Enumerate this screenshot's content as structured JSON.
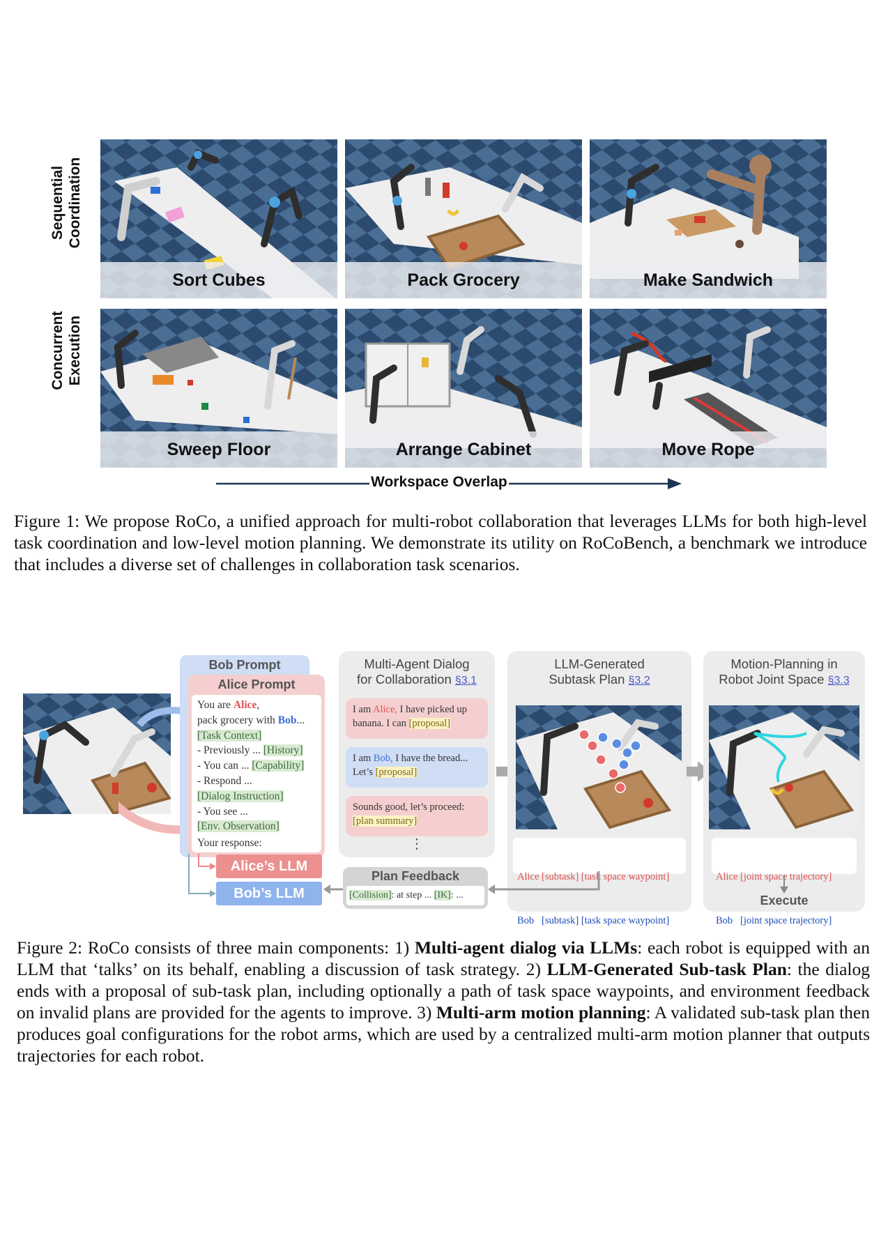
{
  "figure1": {
    "row_labels": [
      "Sequential Coordination",
      "Concurrent Execution"
    ],
    "row_label_lines": [
      [
        "Sequential",
        "Coordination"
      ],
      [
        "Concurrent",
        "Execution"
      ]
    ],
    "panels": [
      {
        "label": "Sort Cubes"
      },
      {
        "label": "Pack Grocery"
      },
      {
        "label": "Make Sandwich"
      },
      {
        "label": "Sweep Floor"
      },
      {
        "label": "Arrange Cabinet"
      },
      {
        "label": "Move Rope"
      }
    ],
    "arrow_label": "Workspace Overlap",
    "caption_label": "Figure 1:",
    "caption_text": "We propose RoCo, a unified approach for multi-robot collaboration that leverages LLMs for both high-level task coordination and low-level motion planning. We demonstrate its utility on RoCoBench, a benchmark we introduce that includes a diverse set of challenges in collaboration task scenarios."
  },
  "figure2": {
    "bob_prompt_title": "Bob Prompt",
    "alice_prompt_title": "Alice Prompt",
    "prompt_lines": {
      "l1_pre": "You are ",
      "l1_name": "Alice",
      "l1_post": ",",
      "l2_pre": "pack grocery with ",
      "l2_name": "Bob",
      "l2_post": "...",
      "task_context": "[Task Context]",
      "history_pre": "- Previously ... ",
      "history": "[History]",
      "capability_pre": "- You can ... ",
      "capability": "[Capability]",
      "respond": "- Respond ...",
      "dialog_instruction": "[Dialog Instruction]",
      "you_see": "- You see ...",
      "env_observation": "[Env. Observation]",
      "your_response": "Your response:"
    },
    "alice_llm": "Alice’s LLM",
    "bob_llm": "Bob’s LLM",
    "dialog_panel": {
      "title_line1": "Multi-Agent Dialog",
      "title_line2": "for Collaboration",
      "ref": "§3.1",
      "bubble1_pre": "I am ",
      "bubble1_name": "Alice,",
      "bubble1_mid": " I have picked up banana. I can ",
      "bubble1_tag": "[proposal]",
      "bubble2_pre": "I am ",
      "bubble2_name": "Bob,",
      "bubble2_mid": " I have the bread... Let’s ",
      "bubble2_tag": "[proposal]",
      "bubble3_pre": "Sounds good, let’s proceed: ",
      "bubble3_tag": "[plan summary]",
      "ellipsis": "⋮"
    },
    "plan_feedback": {
      "title": "Plan Feedback",
      "tag1": "[Collision]",
      "mid": ": at step ... ",
      "tag2": "[IK]",
      "post": ": ..."
    },
    "subtask_panel": {
      "title_line1": "LLM-Generated",
      "title_line2": "Subtask Plan",
      "ref": "§3.2",
      "alice_line": "Alice [subtask] [task space waypoint]",
      "bob_line": "Bob   [subtask] [task space waypoint]"
    },
    "motion_panel": {
      "title_line1": "Motion-Planning in",
      "title_line2": "Robot Joint Space",
      "ref": "§3.3",
      "alice_line": "Alice [joint space trajectory]",
      "bob_line": "Bob   [joint space trajectory]",
      "execute": "Execute"
    },
    "caption_label": "Figure 2:",
    "caption_parts": {
      "p1": "RoCo consists of three main components: 1) ",
      "b1": "Multi-agent dialog via LLMs",
      "p2": ": each robot is equipped with an LLM that ‘talks’ on its behalf, enabling a discussion of task strategy. 2) ",
      "b2": "LLM-Generated Sub-task Plan",
      "p3": ": the dialog ends with a proposal of sub-task plan, including optionally a path of task space waypoints, and environment feedback on invalid plans are provided for the agents to improve. 3) ",
      "b3": "Multi-arm motion planning",
      "p4": ": A validated sub-task plan then produces goal configurations for the robot arms, which are used by a centralized multi-arm motion planner that outputs trajectories for each robot."
    }
  },
  "colors": {
    "alice_red": "#e05252",
    "bob_blue": "#3b6fd4",
    "floor_dark": "#2c4a6e",
    "floor_light": "#4a6d94",
    "alice_llm_bg": "#ec8f8f",
    "bob_llm_bg": "#8fb3ec"
  }
}
